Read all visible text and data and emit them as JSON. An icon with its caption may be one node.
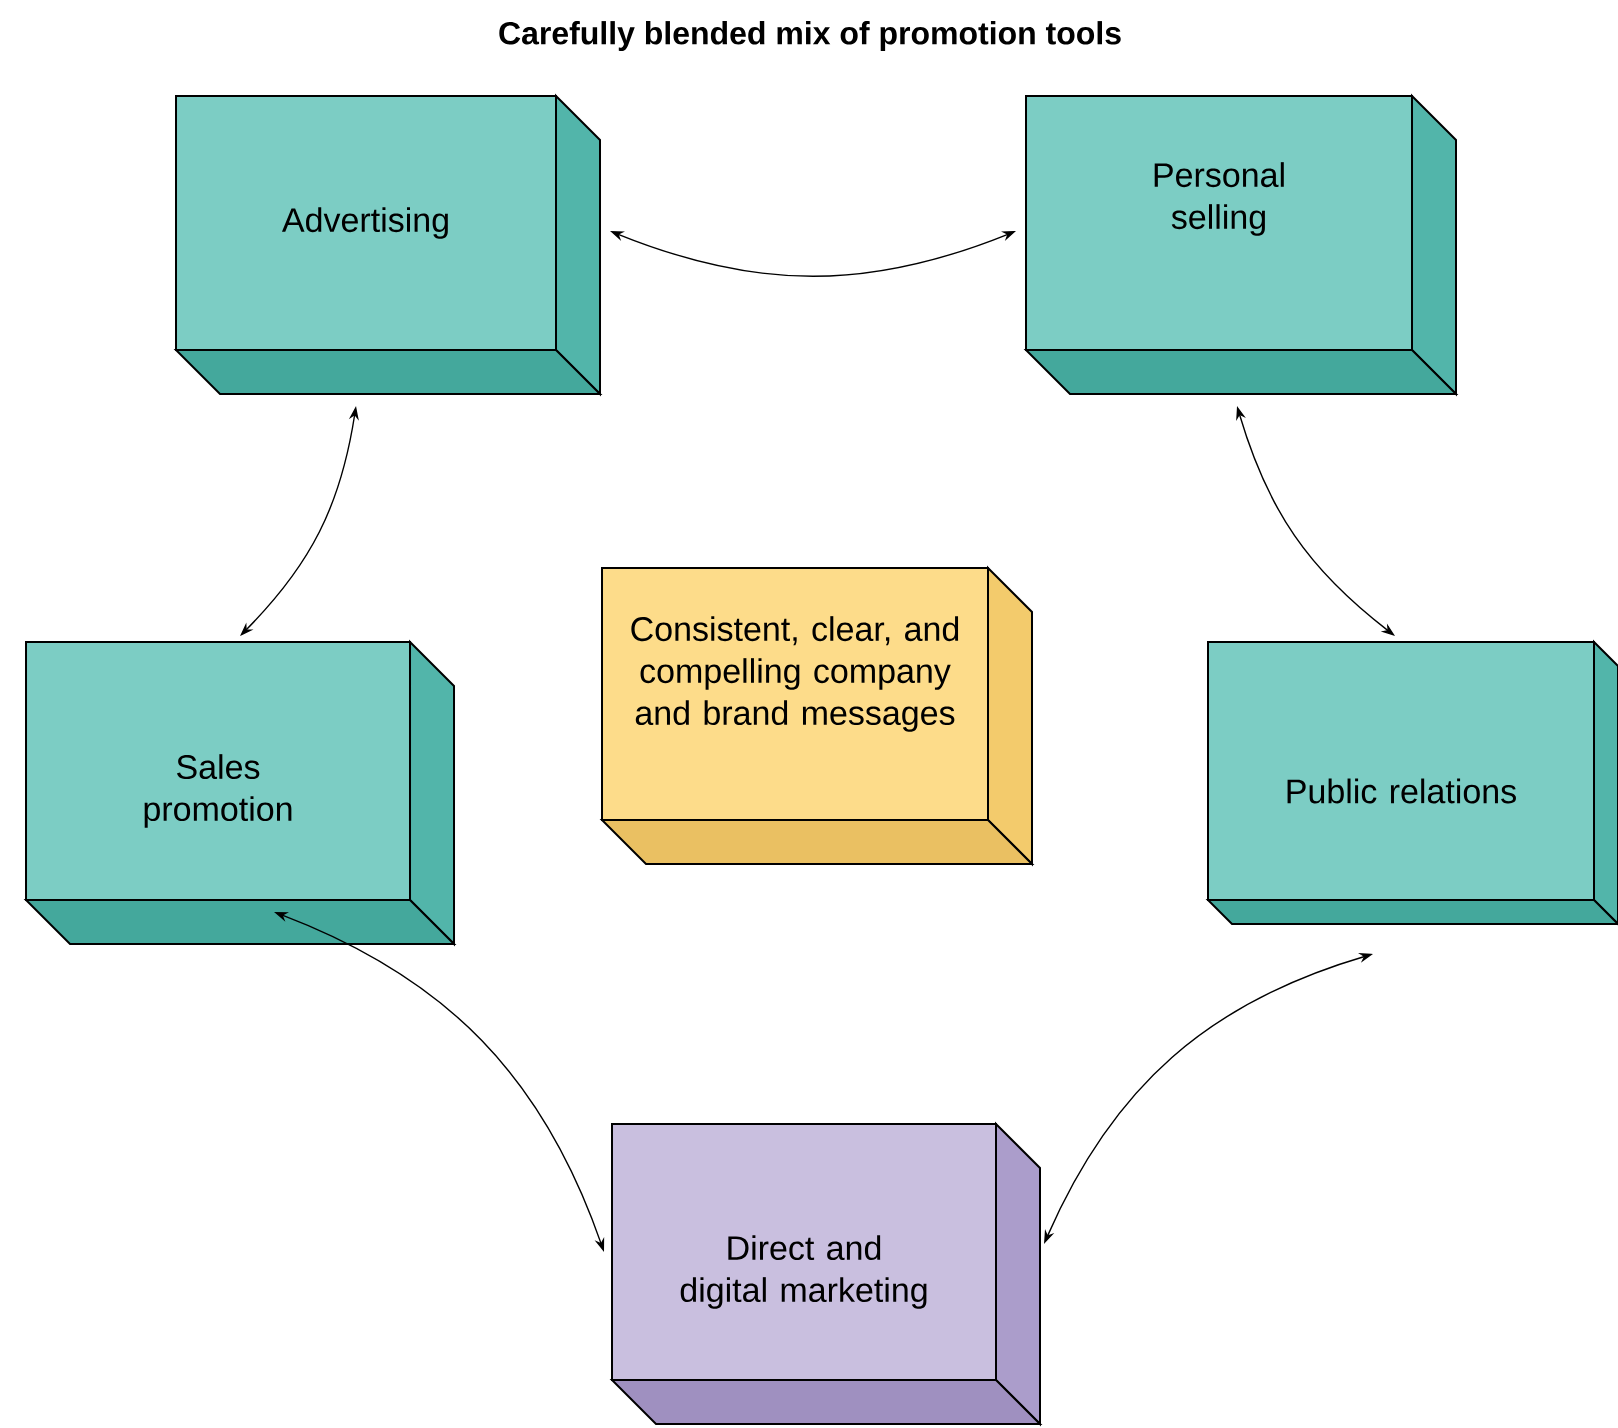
{
  "diagram": {
    "title": "Carefully blended mix of promotion tools",
    "nodes": [
      {
        "text": [
          "Advertising"
        ]
      },
      {
        "text": [
          "Personal selling"
        ]
      },
      {
        "text": [
          "Consistent, clear, and compelling company and brand messages"
        ]
      },
      {
        "text": [
          "Sales promotion"
        ]
      },
      {
        "text": [
          "Public relations"
        ]
      },
      {
        "text": [
          "Direct and digital marketing"
        ]
      }
    ],
    "edges": [
      {
        "from": 0,
        "to": 1,
        "arrow": "both"
      },
      {
        "from": 0,
        "to": 3,
        "arrow": "both"
      },
      {
        "from": 1,
        "to": 4,
        "arrow": "both"
      },
      {
        "from": 3,
        "to": 5,
        "arrow": "both"
      },
      {
        "from": 4,
        "to": 5,
        "arrow": "both"
      }
    ]
  }
}
